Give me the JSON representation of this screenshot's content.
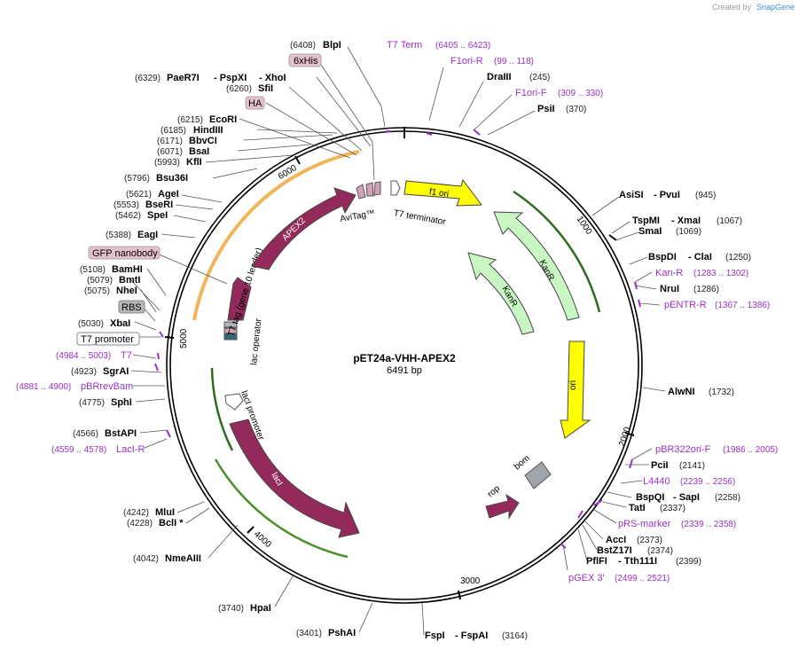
{
  "header": {
    "credit": "Created by",
    "brand": "SnapGene"
  },
  "plasmid": {
    "name": "pET24a-VHH-APEX2",
    "size": "6491 bp"
  },
  "ticks": [
    {
      "label": "1000",
      "bp": 1000
    },
    {
      "label": "2000",
      "bp": 2000
    },
    {
      "label": "3000",
      "bp": 3000
    },
    {
      "label": "4000",
      "bp": 4000
    },
    {
      "label": "5000",
      "bp": 5000
    },
    {
      "label": "6000",
      "bp": 6000
    }
  ],
  "features": [
    {
      "name": "f1 ori",
      "color": "#ffff00"
    },
    {
      "name": "KanR",
      "color": "#c9f7c3"
    },
    {
      "name": "KanR",
      "color": "#c9f7c3"
    },
    {
      "name": "ori",
      "color": "#ffff00"
    },
    {
      "name": "bom",
      "color": "#a0a5ab"
    },
    {
      "name": "rop",
      "color": "#942a5b"
    },
    {
      "name": "lacI",
      "color": "#942a5b"
    },
    {
      "name": "lacI promoter",
      "color": "#ffffff"
    },
    {
      "name": "lac operator",
      "color": "#ffffff"
    },
    {
      "name": "T7 tag (gene 10 leader)",
      "color": "#942a5b"
    },
    {
      "name": "APEX2",
      "color": "#942a5b"
    },
    {
      "name": "AviTag™",
      "color": "#942a5b"
    },
    {
      "name": "T7 terminator",
      "color": "#ffffff"
    }
  ],
  "labels": [
    {
      "pos": "(6408)",
      "name": "BlpI"
    },
    {
      "pos": "",
      "name": "6xHis"
    },
    {
      "pos": "(6329)",
      "name": "PaeR7I"
    },
    {
      "pos": "",
      "name": "- PspXI"
    },
    {
      "pos": "",
      "name": "- XhoI"
    },
    {
      "pos": "(6260)",
      "name": "SfiI"
    },
    {
      "pos": "",
      "name": "HA"
    },
    {
      "pos": "(6215)",
      "name": "EcoRI"
    },
    {
      "pos": "(6185)",
      "name": "HindIII"
    },
    {
      "pos": "(6171)",
      "name": "BbvCI"
    },
    {
      "pos": "(6071)",
      "name": "BsaI"
    },
    {
      "pos": "(5993)",
      "name": "KflI"
    },
    {
      "pos": "(5796)",
      "name": "Bsu36I"
    },
    {
      "pos": "(5621)",
      "name": "AgeI"
    },
    {
      "pos": "(5553)",
      "name": "BseRI"
    },
    {
      "pos": "(5462)",
      "name": "SpeI"
    },
    {
      "pos": "(5388)",
      "name": "EagI"
    },
    {
      "pos": "",
      "name": "GFP nanobody"
    },
    {
      "pos": "(5108)",
      "name": "BamHI"
    },
    {
      "pos": "(5079)",
      "name": "BmtI"
    },
    {
      "pos": "(5075)",
      "name": "NheI"
    },
    {
      "pos": "",
      "name": "RBS"
    },
    {
      "pos": "(5030)",
      "name": "XbaI"
    },
    {
      "pos": "",
      "name": "T7 promoter"
    },
    {
      "pos": "(4984 .. 5003)",
      "name": "T7"
    },
    {
      "pos": "(4923)",
      "name": "SgrAI"
    },
    {
      "pos": "(4881 .. 4900)",
      "name": "pBRrevBam"
    },
    {
      "pos": "(4775)",
      "name": "SphI"
    },
    {
      "pos": "(4566)",
      "name": "BstAPI"
    },
    {
      "pos": "(4559 .. 4578)",
      "name": "LacI-R"
    },
    {
      "pos": "(4242)",
      "name": "MluI"
    },
    {
      "pos": "(4228)",
      "name": "BclI *"
    },
    {
      "pos": "(4042)",
      "name": "NmeAIII"
    },
    {
      "pos": "(3740)",
      "name": "HpaI"
    },
    {
      "pos": "(3401)",
      "name": "PshAI"
    },
    {
      "pos": "",
      "name": "T7 Term"
    },
    {
      "pos": "(6405 .. 6423)",
      "name": ""
    },
    {
      "pos": "(99 .. 118)",
      "name": "F1ori-R"
    },
    {
      "pos": "(245)",
      "name": "DraIII"
    },
    {
      "pos": "(309 .. 330)",
      "name": "F1ori-F"
    },
    {
      "pos": "(370)",
      "name": "PsiI"
    },
    {
      "pos": "(945)",
      "name": "AsiSI"
    },
    {
      "pos": "",
      "name": "- PvuI"
    },
    {
      "pos": "(1067)",
      "name": "TspMI"
    },
    {
      "pos": "",
      "name": "- XmaI"
    },
    {
      "pos": "(1069)",
      "name": "SmaI"
    },
    {
      "pos": "(1250)",
      "name": "BspDI"
    },
    {
      "pos": "",
      "name": "- ClaI"
    },
    {
      "pos": "(1283 .. 1302)",
      "name": "Kan-R"
    },
    {
      "pos": "(1286)",
      "name": "NruI"
    },
    {
      "pos": "(1367 .. 1386)",
      "name": "pENTR-R"
    },
    {
      "pos": "(1732)",
      "name": "AlwNI"
    },
    {
      "pos": "(1986 .. 2005)",
      "name": "pBR322ori-F"
    },
    {
      "pos": "(2141)",
      "name": "PciI"
    },
    {
      "pos": "(2239 .. 2256)",
      "name": "L4440"
    },
    {
      "pos": "(2258)",
      "name": "BspQI"
    },
    {
      "pos": "",
      "name": "- SapI"
    },
    {
      "pos": "(2337)",
      "name": "TatI"
    },
    {
      "pos": "(2339 .. 2358)",
      "name": "pRS-marker"
    },
    {
      "pos": "(2373)",
      "name": "AccI"
    },
    {
      "pos": "(2374)",
      "name": "BstZ17I"
    },
    {
      "pos": "(2399)",
      "name": "PflFI"
    },
    {
      "pos": "",
      "name": "- Tth111I"
    },
    {
      "pos": "(2499 .. 2521)",
      "name": "pGEX 3'"
    },
    {
      "pos": "(3164)",
      "name": "FspI"
    },
    {
      "pos": "",
      "name": "- FspAI"
    }
  ]
}
